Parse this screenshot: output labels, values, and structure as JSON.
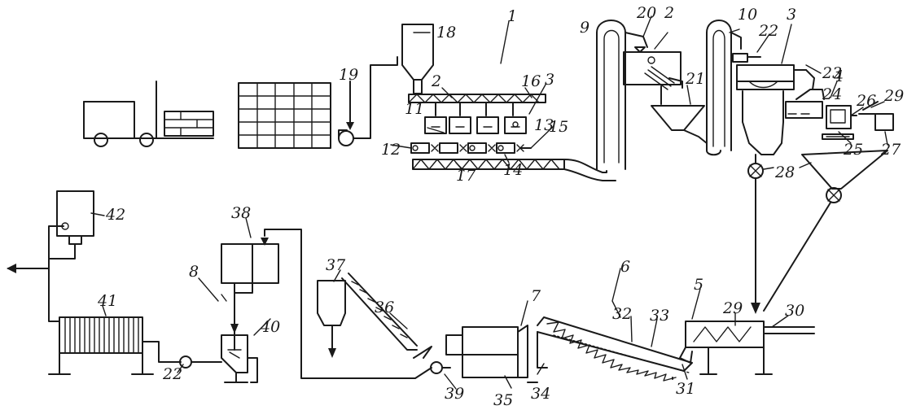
{
  "labels": {
    "n1": "1",
    "n2": "2",
    "n3": "3",
    "n4": "4",
    "n5": "5",
    "n6": "6",
    "n7": "7",
    "n8": "8",
    "n9": "9",
    "n10": "10",
    "n11": "11",
    "n12": "12",
    "n13": "13",
    "n14": "14",
    "n15": "15",
    "n16": "16",
    "n17": "17",
    "n18": "18",
    "n19": "19",
    "n20": "20",
    "n21": "21",
    "n22": "22",
    "n22b": "22",
    "n23": "23",
    "n24": "24",
    "n25": "25",
    "n26": "26",
    "n27": "27",
    "n28": "28",
    "n29": "29",
    "n29b": "29",
    "n30": "30",
    "n31": "31",
    "n32": "32",
    "n33": "33",
    "n34": "34",
    "n35": "35",
    "n36": "36",
    "n37": "37",
    "n38": "38",
    "n39": "39",
    "n40": "40",
    "n41": "41",
    "n42": "42",
    "n2b": "2",
    "n3b": "3"
  }
}
